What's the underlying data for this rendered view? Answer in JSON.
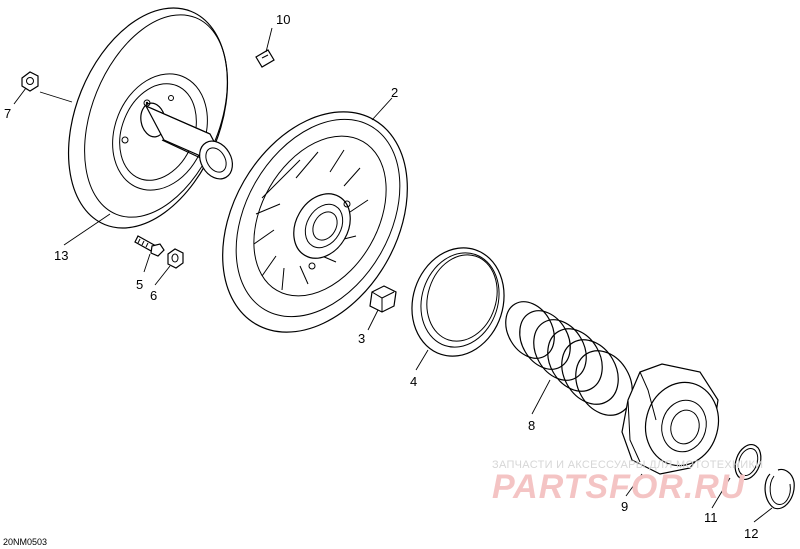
{
  "diagram": {
    "callouts": [
      {
        "id": "1",
        "text": "10"
      },
      {
        "id": "2",
        "text": "2"
      },
      {
        "id": "3",
        "text": "7"
      },
      {
        "id": "4",
        "text": "13"
      },
      {
        "id": "5",
        "text": "5"
      },
      {
        "id": "6",
        "text": "6"
      },
      {
        "id": "7",
        "text": "3"
      },
      {
        "id": "8",
        "text": "4"
      },
      {
        "id": "9",
        "text": "8"
      },
      {
        "id": "10",
        "text": "9"
      },
      {
        "id": "11",
        "text": "11"
      },
      {
        "id": "12",
        "text": "12"
      }
    ],
    "drawing_code": "20NM0503",
    "watermark": {
      "line1": "ЗАПЧАСТИ И АКСЕССУАРЫ ДЛЯ МОТОТЕХНИКИ",
      "line2": "PARTSFOR.RU"
    }
  }
}
